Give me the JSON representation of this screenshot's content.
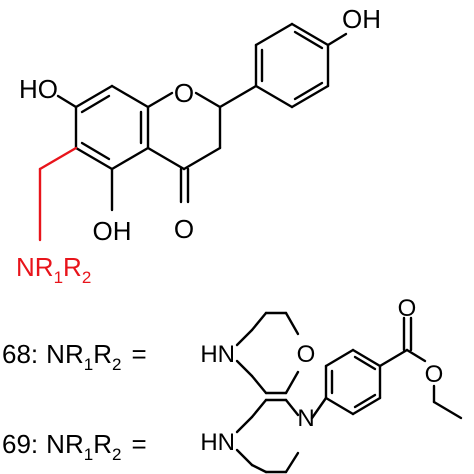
{
  "colors": {
    "bond": "#000000",
    "highlight": "#e8141b",
    "background": "#ffffff"
  },
  "molecule": {
    "atoms": {
      "oh_top": "OH",
      "ho_left": "HO",
      "ring_o": "O",
      "oh_bottom": "OH",
      "ketone_o": "O"
    },
    "substituent": {
      "n": "N",
      "r1": "R",
      "r1_sub": "1",
      "r2": "R",
      "r2_sub": "2"
    }
  },
  "compounds": [
    {
      "number": "68:",
      "formula_n": "N",
      "formula_r1": "R",
      "formula_r1_sub": "1",
      "formula_r2": "R",
      "formula_r2_sub": "2",
      "equals": "=",
      "amine_hn": "HN",
      "amine_o": "O"
    },
    {
      "number": "69:",
      "formula_n": "N",
      "formula_r1": "R",
      "formula_r1_sub": "1",
      "formula_r2": "R",
      "formula_r2_sub": "2",
      "equals": "=",
      "amine_hn": "HN",
      "amine_n": "N",
      "ester_o_carbonyl": "O",
      "ester_o_ether": "O"
    }
  ]
}
